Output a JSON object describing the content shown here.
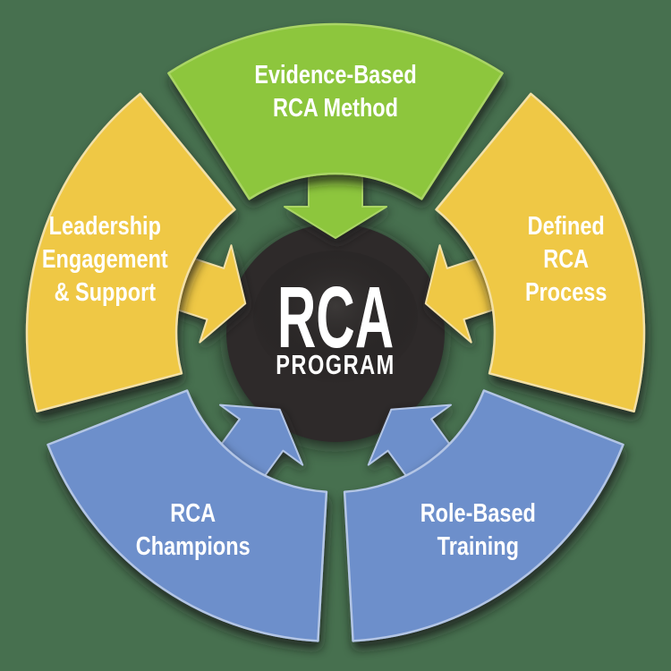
{
  "diagram": {
    "background_color": "#47704F",
    "text_color": "#FFFFFF",
    "center": {
      "title": "RCA",
      "subtitle": "PROGRAM",
      "fill": "#2D2C2B"
    },
    "segments": [
      {
        "id": "evidence-based-rca-method",
        "lines": [
          "Evidence-Based",
          "RCA Method"
        ],
        "angle": 90,
        "fill": "#8DC63E",
        "stroke": "#AAD565"
      },
      {
        "id": "defined-rca-process",
        "lines": [
          "Defined",
          "RCA",
          "Process"
        ],
        "angle": 18,
        "fill": "#EFC844",
        "stroke": "#F3E0A6"
      },
      {
        "id": "leadership-engagement-support",
        "lines": [
          "Leadership",
          "Engagement",
          "& Support"
        ],
        "angle": 162,
        "fill": "#EFC844",
        "stroke": "#F3E0A6"
      },
      {
        "id": "rca-champions",
        "lines": [
          "RCA",
          "Champions"
        ],
        "angle": 234,
        "fill": "#6D8FCB",
        "stroke": "#B3C5E5"
      },
      {
        "id": "role-based-training",
        "lines": [
          "Role-Based",
          "Training"
        ],
        "angle": 306,
        "fill": "#6D8FCB",
        "stroke": "#B3C5E5"
      }
    ]
  }
}
